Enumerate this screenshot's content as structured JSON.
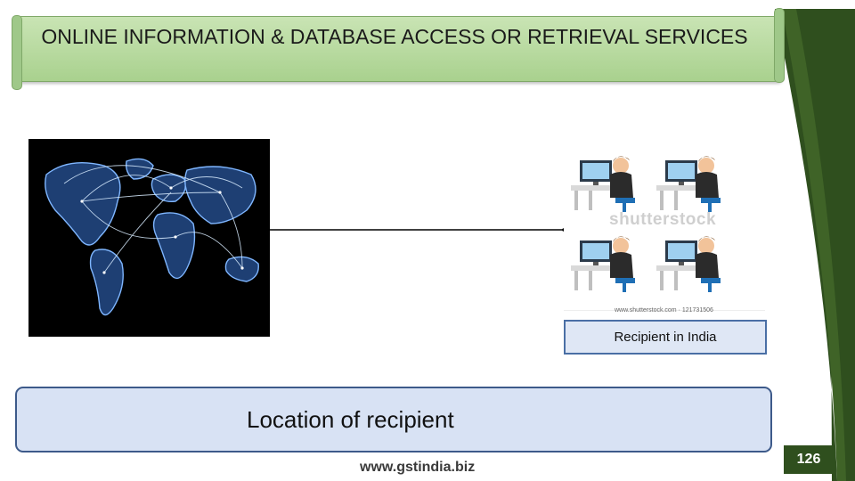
{
  "slide": {
    "title": "ONLINE INFORMATION & DATABASE ACCESS OR RETRIEVAL SERVICES",
    "page_number": "126",
    "footer_url": "www.gstindia.biz"
  },
  "diagram": {
    "recipient_label": "Recipient in India",
    "location_text": "Location of recipient",
    "image_watermark": "shutterstock",
    "image_credit": "www.shutterstock.com · 121731506"
  },
  "colors": {
    "banner_green": "#a9d18e",
    "band_green": "#2f4f1e",
    "box_blue": "#d8e2f4",
    "box_border": "#3d5a8a"
  },
  "icons": [
    "world-map-image",
    "office-workers-image"
  ]
}
